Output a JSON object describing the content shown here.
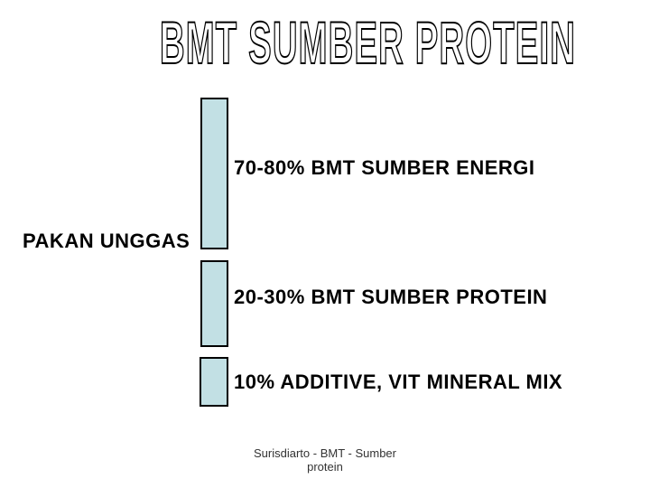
{
  "slide": {
    "title": "BMT SUMBER PROTEIN",
    "left_label": "PAKAN UNGGAS",
    "bars": [
      {
        "label": "70-80% BMT SUMBER ENERGI"
      },
      {
        "label": "20-30% BMT SUMBER PROTEIN"
      },
      {
        "label": "10% ADDITIVE, VIT MINERAL MIX"
      }
    ],
    "footer": {
      "line1": "Surisdiarto - BMT - Sumber",
      "line2": "protein"
    },
    "colors": {
      "bar_fill": "#c2e0e4",
      "bar_border": "#000000",
      "text": "#000000"
    }
  }
}
